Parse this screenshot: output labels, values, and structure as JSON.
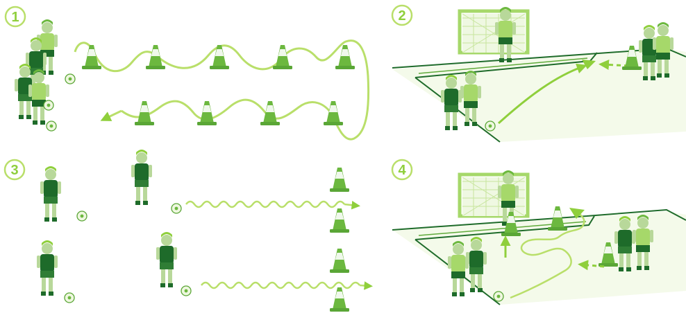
{
  "panels": [
    {
      "number": "1"
    },
    {
      "number": "2"
    },
    {
      "number": "3"
    },
    {
      "number": "4"
    }
  ],
  "colors": {
    "dark_green": "#1e6b2a",
    "mid_green": "#5faa3a",
    "light_green": "#a6d86a",
    "pale_green": "#d9efb5",
    "path_green": "#b9df6a",
    "arrow_green": "#8fcf3c",
    "skin": "#b8d89a",
    "white": "#ffffff"
  },
  "icons": [
    "traffic-cone-icon",
    "soccer-player-icon",
    "soccer-ball-icon",
    "soccer-goal-icon",
    "goalkeeper-icon",
    "arrow-icon"
  ]
}
